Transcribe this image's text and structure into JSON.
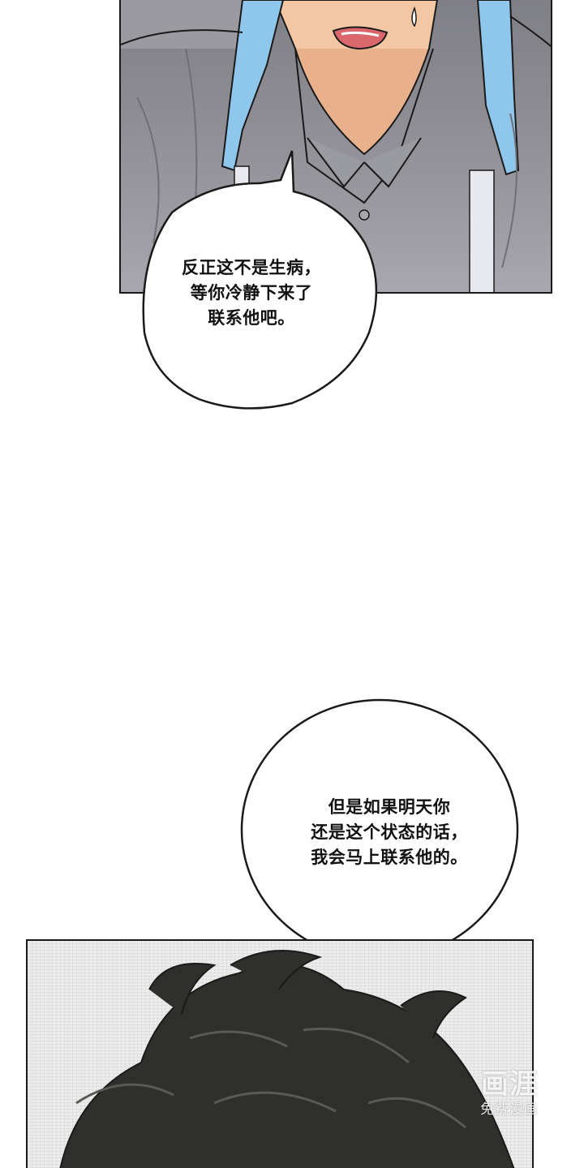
{
  "bubbles": [
    {
      "lines": [
        "反正这不是生病，",
        "等你冷静下来了",
        "联系他吧。"
      ]
    },
    {
      "lines": [
        "但是如果明天你",
        "还是这个状态的话，",
        "我会马上联系他的。"
      ]
    }
  ],
  "watermark": {
    "logo": "画涯",
    "subtitle": "免费漫画"
  },
  "colors": {
    "shirt": "#8f8f95",
    "towel": "#8fc7ec",
    "skin": "#f3c7a3",
    "mouth": "#d9676c",
    "hair": "#2f2f2b",
    "ink": "#1a1a1a"
  }
}
